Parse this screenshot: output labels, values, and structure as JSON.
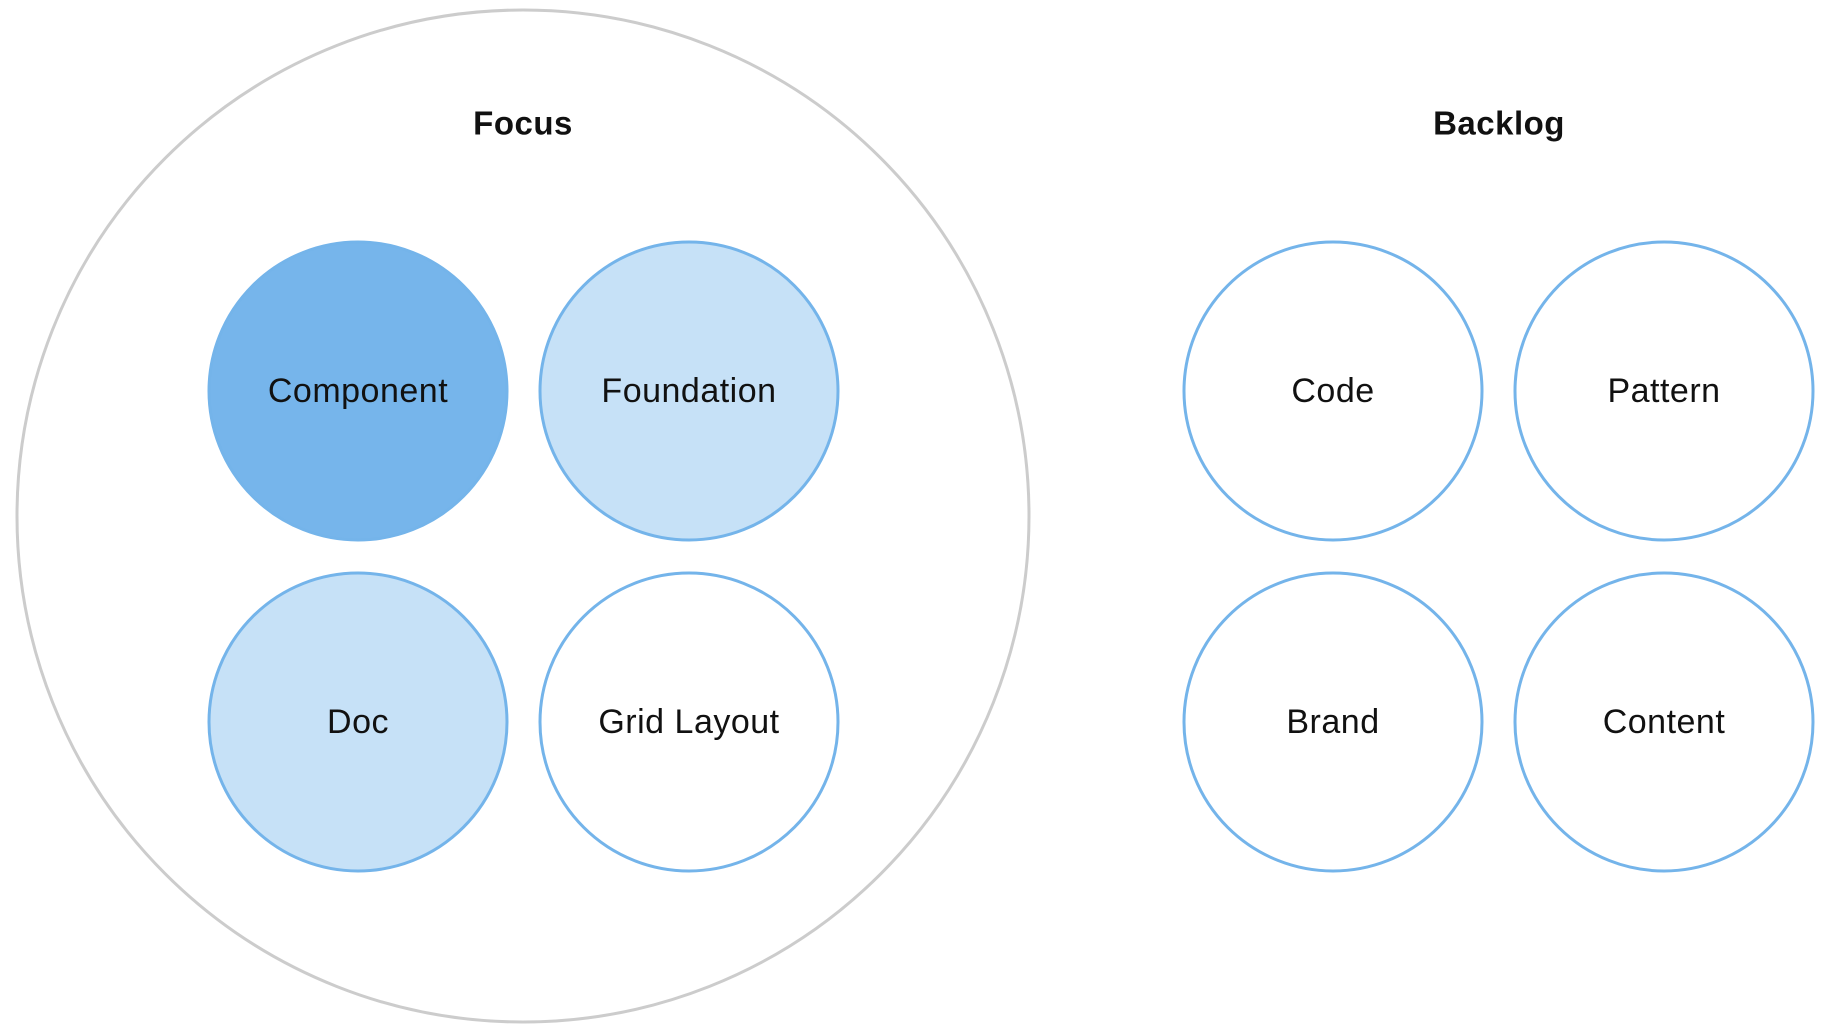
{
  "colors": {
    "background": "#ffffff",
    "outline_blue": "#74b4ea",
    "fill_strong": "#76b5eb",
    "fill_light": "#c6e1f7",
    "fill_none": "#ffffff",
    "container_stroke": "#cccccc",
    "text": "#111111"
  },
  "focus": {
    "title": "Focus",
    "items": [
      {
        "label": "Component",
        "emphasis": "strong"
      },
      {
        "label": "Foundation",
        "emphasis": "light"
      },
      {
        "label": "Doc",
        "emphasis": "light"
      },
      {
        "label": "Grid Layout",
        "emphasis": "none"
      }
    ]
  },
  "backlog": {
    "title": "Backlog",
    "items": [
      {
        "label": "Code",
        "emphasis": "none"
      },
      {
        "label": "Pattern",
        "emphasis": "none"
      },
      {
        "label": "Brand",
        "emphasis": "none"
      },
      {
        "label": "Content",
        "emphasis": "none"
      }
    ]
  }
}
